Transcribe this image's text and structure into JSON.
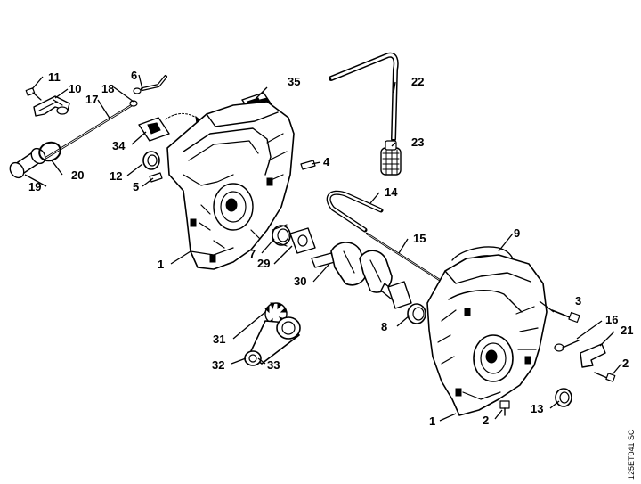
{
  "reference_code": "125ET041 SC",
  "callouts": [
    {
      "id": "c11",
      "text": "11"
    },
    {
      "id": "c10",
      "text": "10"
    },
    {
      "id": "c18",
      "text": "18"
    },
    {
      "id": "c6",
      "text": "6"
    },
    {
      "id": "c17",
      "text": "17"
    },
    {
      "id": "c35",
      "text": "35"
    },
    {
      "id": "c22",
      "text": "22"
    },
    {
      "id": "c34",
      "text": "34"
    },
    {
      "id": "c23",
      "text": "23"
    },
    {
      "id": "c12",
      "text": "12"
    },
    {
      "id": "c4",
      "text": "4"
    },
    {
      "id": "c20",
      "text": "20"
    },
    {
      "id": "c19",
      "text": "19"
    },
    {
      "id": "c5",
      "text": "5"
    },
    {
      "id": "c14",
      "text": "14"
    },
    {
      "id": "c9",
      "text": "9"
    },
    {
      "id": "c15",
      "text": "15"
    },
    {
      "id": "c7",
      "text": "7"
    },
    {
      "id": "c1a",
      "text": "1"
    },
    {
      "id": "c29",
      "text": "29"
    },
    {
      "id": "c30",
      "text": "30"
    },
    {
      "id": "c3",
      "text": "3"
    },
    {
      "id": "c16",
      "text": "16"
    },
    {
      "id": "c8",
      "text": "8"
    },
    {
      "id": "c21",
      "text": "21"
    },
    {
      "id": "c31",
      "text": "31"
    },
    {
      "id": "c2a",
      "text": "2"
    },
    {
      "id": "c32",
      "text": "32"
    },
    {
      "id": "c33",
      "text": "33"
    },
    {
      "id": "c13",
      "text": "13"
    },
    {
      "id": "c2b",
      "text": "2"
    },
    {
      "id": "c1b",
      "text": "1"
    }
  ]
}
